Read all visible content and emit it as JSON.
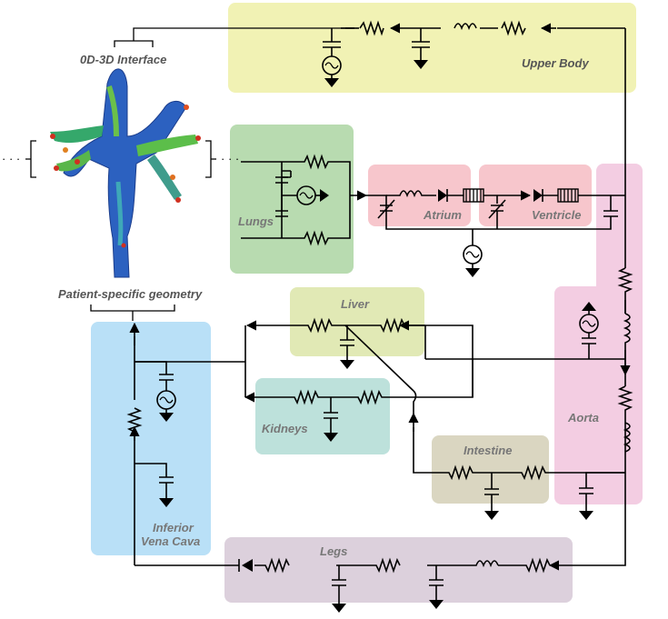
{
  "labels": {
    "interface": "0D-3D Interface",
    "upper_body": "Upper Body",
    "lungs": "Lungs",
    "atrium": "Atrium",
    "ventricle": "Ventricle",
    "liver": "Liver",
    "kidneys": "Kidneys",
    "intestine": "Intestine",
    "aorta": "Aorta",
    "legs": "Legs",
    "ivc_line1": "Inferior",
    "ivc_line2": "Vena Cava",
    "geometry": "Patient-specific geometry"
  },
  "colors": {
    "upper_body": "#f1f2b4",
    "lungs": "#b8dbb0",
    "atrium": "#f7c6cc",
    "ventricle": "#f7c6cc",
    "aorta": "#f3cde2",
    "liver": "#e1e9b5",
    "kidneys": "#bde1db",
    "intestine": "#dad6c1",
    "ivc": "#b9e0f7",
    "legs": "#dcd0dc"
  },
  "icons": [
    "resistor-icon",
    "inductor-icon",
    "capacitor-icon",
    "ground-icon",
    "pressure-source-icon",
    "diode-icon",
    "varying-capacitor-icon"
  ]
}
